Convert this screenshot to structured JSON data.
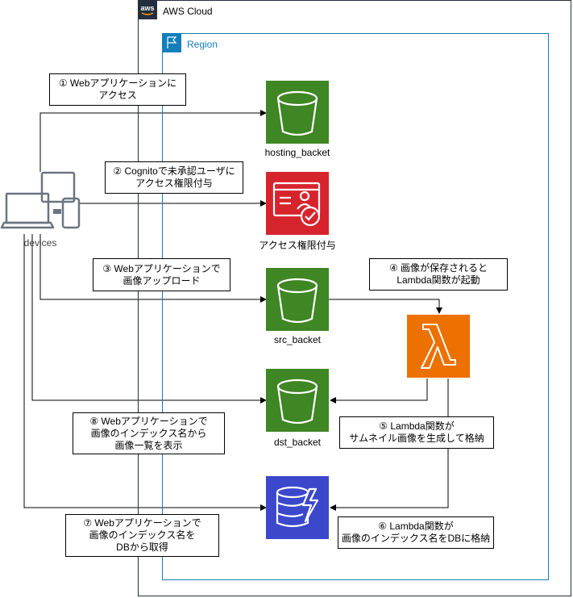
{
  "cloud": {
    "title": "AWS Cloud",
    "badge": "aws"
  },
  "region": {
    "title": "Region"
  },
  "devices": {
    "label": "devices"
  },
  "services": {
    "hosting": {
      "label": "hosting_backet"
    },
    "cognito": {
      "label": "アクセス権限付与"
    },
    "src": {
      "label": "src_backet"
    },
    "lambda": {
      "label": ""
    },
    "dst": {
      "label": "dst_backet"
    },
    "dynamodb": {
      "label": ""
    }
  },
  "notes": {
    "n1": [
      "① Webアプリケーションに",
      "アクセス"
    ],
    "n2": [
      "② Cognitoで未承認ユーザに",
      "アクセス権限付与"
    ],
    "n3": [
      "③ Webアプリケーションで",
      "画像アップロード"
    ],
    "n4": [
      "④ 画像が保存されると",
      "Lambda関数が起動"
    ],
    "n5": [
      "⑤ Lambda関数が",
      "サムネイル画像を生成して格納"
    ],
    "n6": [
      "⑥ Lambda関数が",
      "画像のインデックス名をDBに格納"
    ],
    "n7": [
      "⑦ Webアプリケーションで",
      "画像のインデックス名を",
      "DBから取得"
    ],
    "n8": [
      "⑧ Webアプリケーションで",
      "画像のインデックス名から",
      "画像一覧を表示"
    ]
  },
  "colors": {
    "s3_green": "#3f8624",
    "cognito_red": "#d6242d",
    "lambda_orange": "#ed7100",
    "dynamo_blue": "#3b48cc",
    "region_blue": "#147eba",
    "cloud_dark": "#232f3e",
    "device_gray": "#6b7480"
  }
}
